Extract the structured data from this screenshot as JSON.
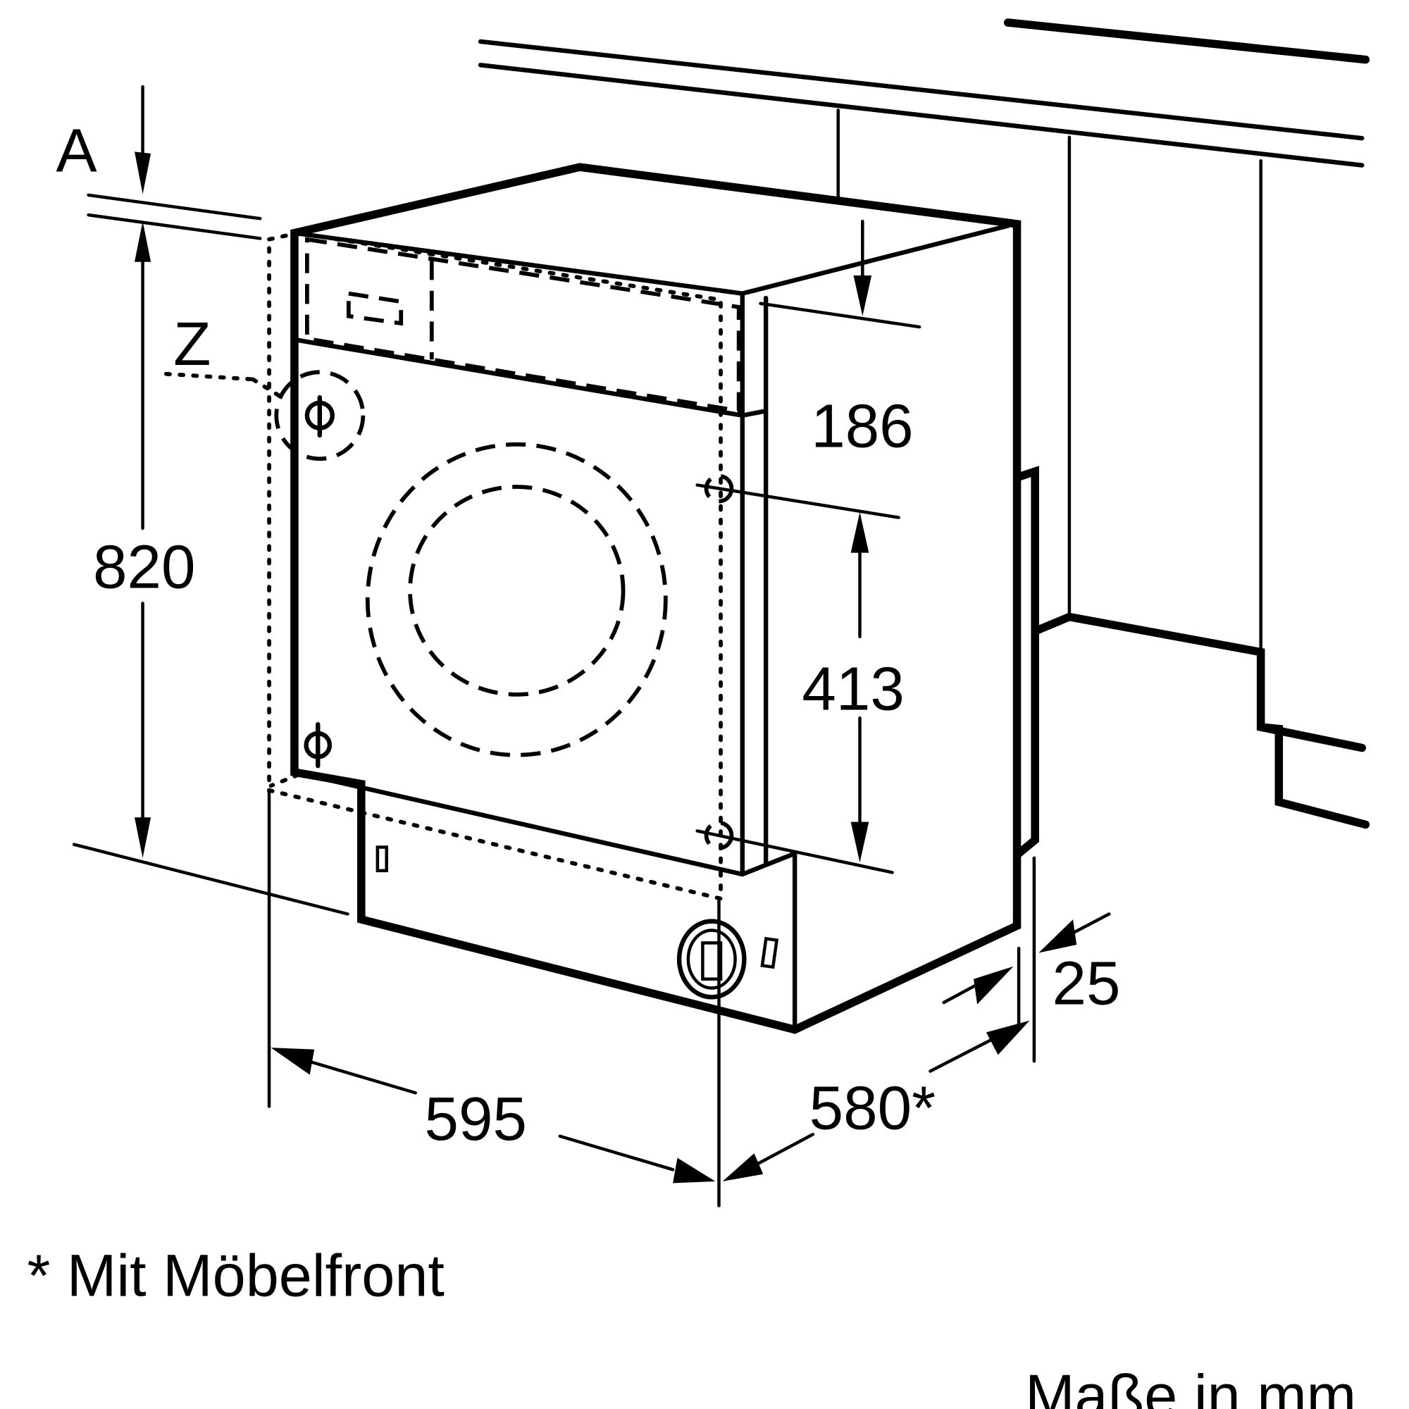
{
  "diagram": {
    "title": "Built-in washing machine installation dimensions",
    "labels": {
      "a": "A",
      "z": "Z",
      "height": "820",
      "top_offset": "186",
      "door_height": "413",
      "width": "595",
      "depth": "580*",
      "front_offset": "25"
    },
    "footnote": "* Mit Möbelfront",
    "units_note": "Maße in mm"
  }
}
